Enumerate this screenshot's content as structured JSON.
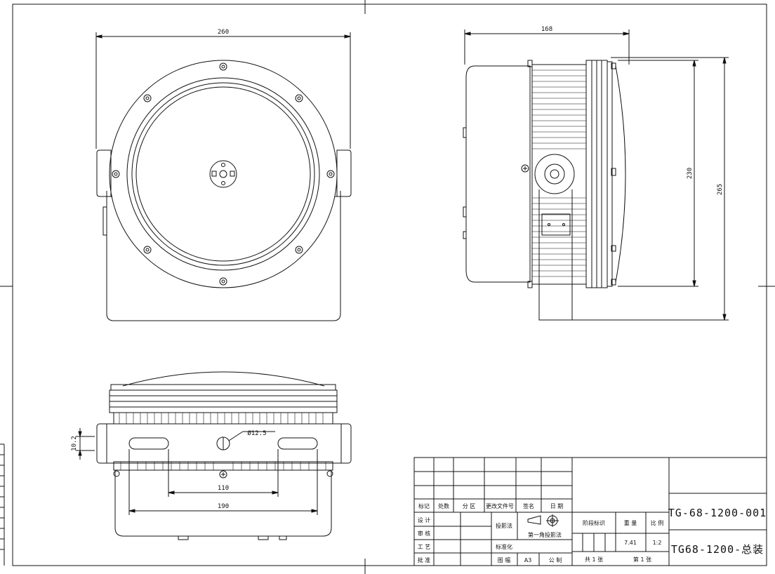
{
  "dimensions": {
    "front_width": "260",
    "side_depth": "168",
    "side_height_inner": "230",
    "side_height_outer": "265",
    "bottom_slot_height": "10.2",
    "bottom_hole_dia": "Ø12.5",
    "bottom_slot_span": "110",
    "bottom_overall": "190"
  },
  "title_block": {
    "headers": [
      "标记",
      "处数",
      "分 区",
      "更改文件号",
      "签名",
      "日 期"
    ],
    "roles": [
      "设 计",
      "审 核",
      "工 艺",
      "批 准"
    ],
    "projection_label": "投影法",
    "projection_method": "第一角投影法",
    "standardization": "标准化",
    "sheet_size_label": "图 幅",
    "sheet_size": "A3",
    "company_label": "公 制",
    "stage_label": "阶段标识",
    "weight_label": "重 量",
    "weight": "7.41",
    "scale_label": "比 例",
    "scale": "1:2",
    "total_sheets": "共 1 张",
    "sheet_no": "第 1 张",
    "drawing_number": "TG-68-1200-001",
    "drawing_name": "TG68-1200-总装"
  }
}
